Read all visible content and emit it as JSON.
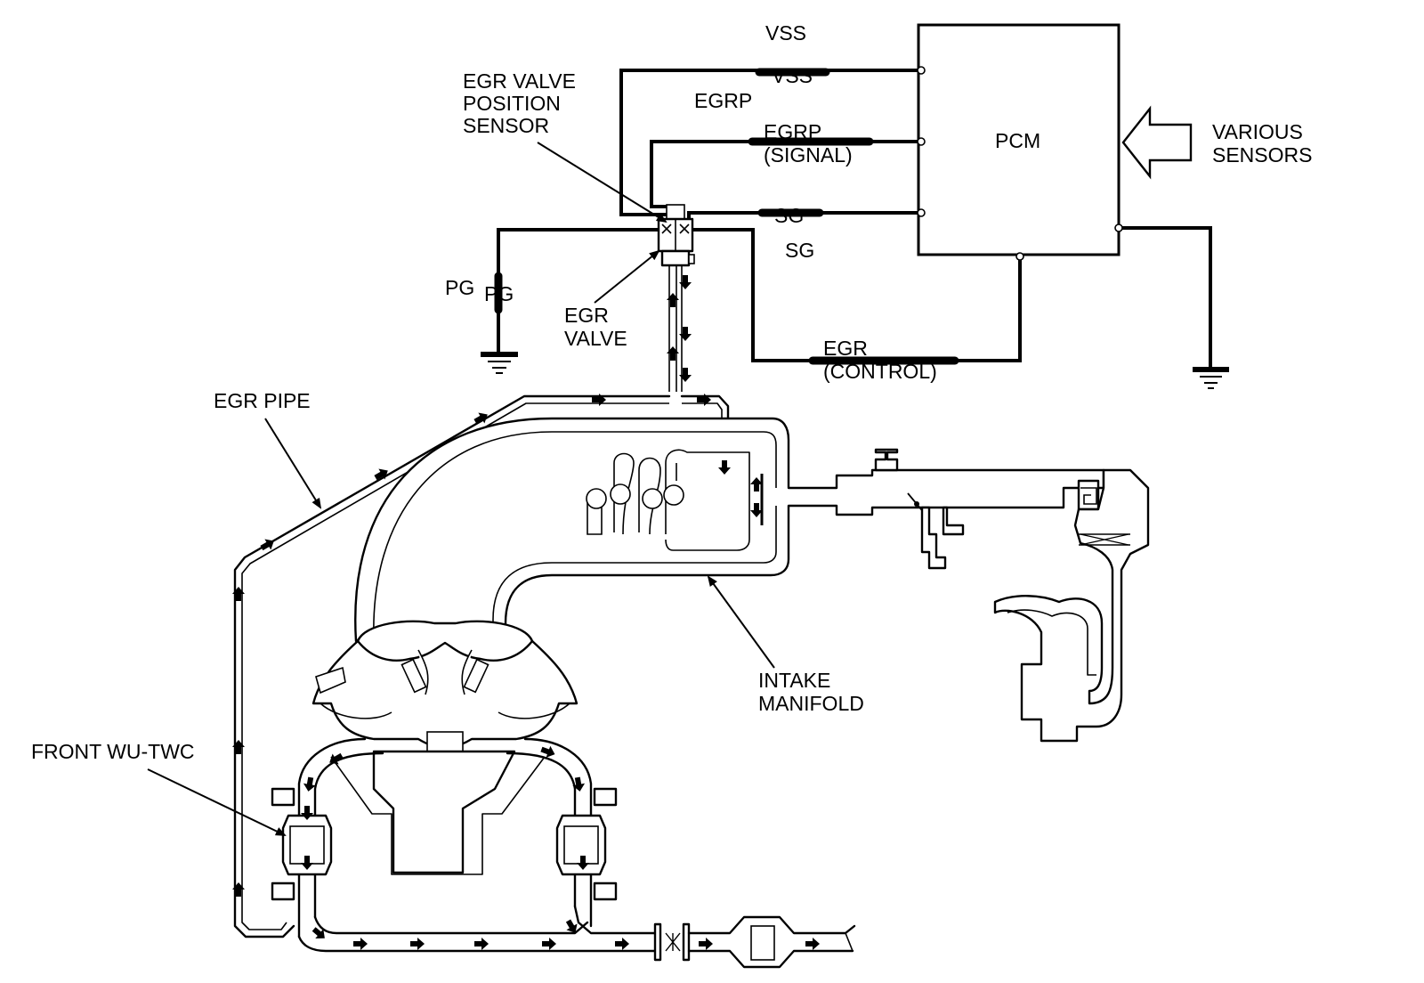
{
  "labels": {
    "vss_top": "VSS",
    "vss_wire": "VSS",
    "egrp_top": "EGRP",
    "egrp_wire": "EGRP",
    "egrp_signal": "(SIGNAL)",
    "sg_wire": "SG",
    "sg_bottom": "SG",
    "pg_left": "PG",
    "pg_wire": "PG",
    "egr_control_1": "EGR",
    "egr_control_2": "(CONTROL)",
    "pcm": "PCM",
    "various_1": "VARIOUS",
    "various_2": "SENSORS",
    "egr_pos_1": "EGR VALVE",
    "egr_pos_2": "POSITION",
    "egr_pos_3": "SENSOR",
    "egr_valve_1": "EGR",
    "egr_valve_2": "VALVE",
    "egr_pipe": "EGR PIPE",
    "intake_1": "INTAKE",
    "intake_2": "MANIFOLD",
    "front_wu": "FRONT WU-TWC"
  }
}
